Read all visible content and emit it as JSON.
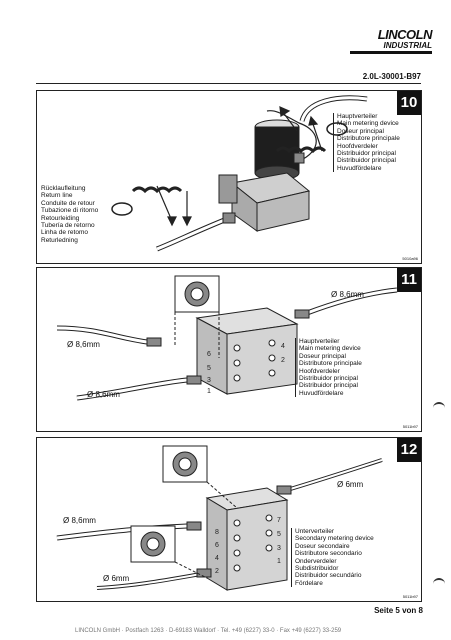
{
  "header": {
    "logo_brand": "LINCOLN",
    "logo_sub": "INDUSTRIAL",
    "doc_number": "2.0L-30001-B97"
  },
  "panel10": {
    "number": "10",
    "main_labels": [
      "Hauptverteiler",
      "Main metering device",
      "Doseur principal",
      "Distributore principale",
      "Hoofdverdeler",
      "Distribuidor principal",
      "Distribuidor principal",
      "Huvudfördelare"
    ],
    "return_labels": [
      "Rücklaufleitung",
      "Return line",
      "Conduite de retour",
      "Tubazione di ritorno",
      "Retourleiding",
      "Tubería de retorno",
      "Linha de retomo",
      "Returledning"
    ],
    "code": "5010a96"
  },
  "panel11": {
    "number": "11",
    "dim_top": "Ø 8,6mm",
    "dim_left": "Ø 8,6mm",
    "dim_bottom": "Ø 8,6mm",
    "main_labels": [
      "Hauptverteiler",
      "Main metering device",
      "Doseur principal",
      "Distributore principale",
      "Hoofdverdeler",
      "Distribuidor principal",
      "Distribuidor principal",
      "Huvudfördelare"
    ],
    "code": "5011b97"
  },
  "panel12": {
    "number": "12",
    "dim_right": "Ø 6mm",
    "dim_left": "Ø 8,6mm",
    "dim_bottom": "Ø 6mm",
    "secondary_labels": [
      "Unterverteiler",
      "Secondary metering device",
      "Doseur secondaire",
      "Distributore secondario",
      "Onderverdeler",
      "Subdistribuidor",
      "Distribuidor secundário",
      "Fördelare"
    ],
    "code": "5011b97"
  },
  "footer": {
    "page": "Seite 5 von 8",
    "address": "LINCOLN GmbH · Postfach 1263 · D-69183 Walldorf · Tel. +49 (6227) 33-0 · Fax +49 (6227) 33-259"
  }
}
